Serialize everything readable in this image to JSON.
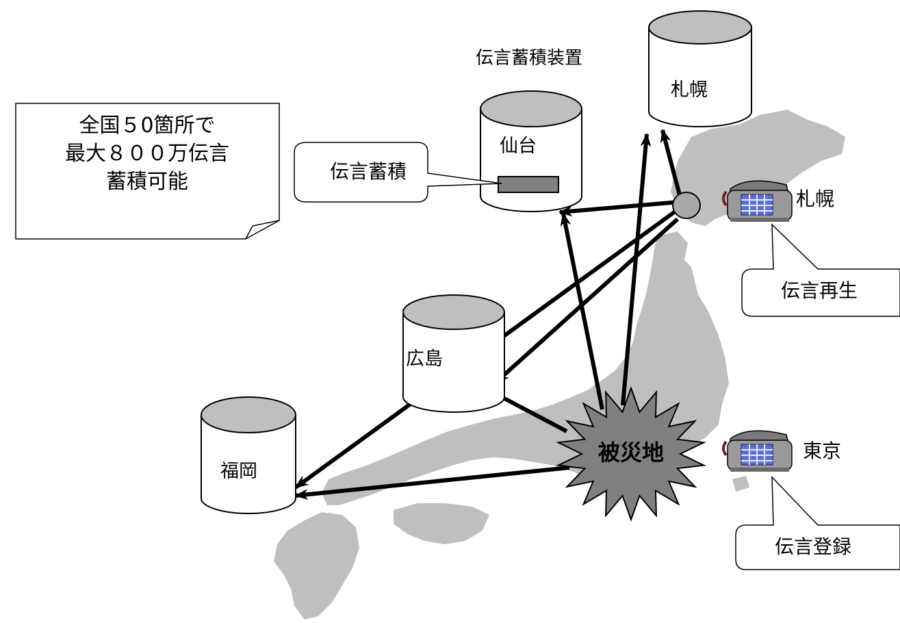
{
  "storage_title": "伝言蓄積装置",
  "note": {
    "line1": "全国５0箇所で",
    "line2": "最大８００万伝言",
    "line3": "蓄積可能"
  },
  "storage_sites": {
    "sapporo": "札幌",
    "sendai": "仙台",
    "hiroshima": "広島",
    "fukuoka": "福岡"
  },
  "bubbles": {
    "store": "伝言蓄積",
    "playback": "伝言再生",
    "register": "伝言登録"
  },
  "phones": {
    "sapporo": "札幌",
    "tokyo": "東京"
  },
  "disaster_area": "被災地",
  "colors": {
    "map": "#bfbfbf",
    "cylinder_top": "#bfbfbf",
    "starburst": "#808080",
    "phone_body": "#9a9a9a",
    "keypad": "#5a6fd8"
  }
}
